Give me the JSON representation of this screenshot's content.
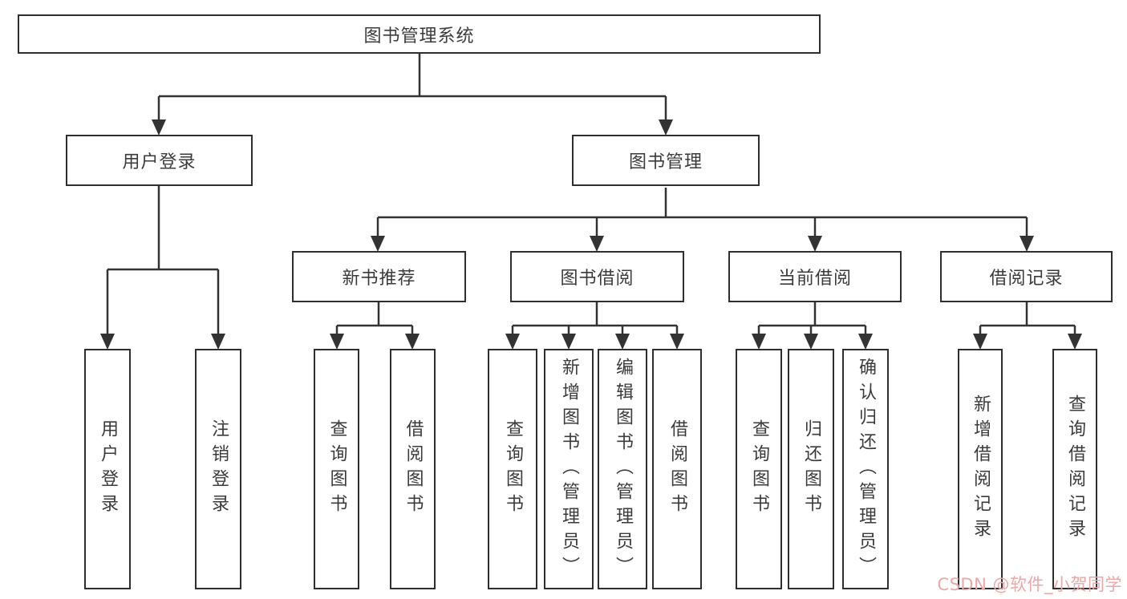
{
  "tree": {
    "label": "图书管理系统",
    "children": [
      {
        "label": "用户登录",
        "children": [
          {
            "label": "用户登录"
          },
          {
            "label": "注销登录"
          }
        ]
      },
      {
        "label": "图书管理",
        "children": [
          {
            "label": "新书推荐",
            "children": [
              {
                "label": "查询图书"
              },
              {
                "label": "借阅图书"
              }
            ]
          },
          {
            "label": "图书借阅",
            "children": [
              {
                "label": "查询图书"
              },
              {
                "label": "新增图书（管理员）"
              },
              {
                "label": "编辑图书（管理员）"
              },
              {
                "label": "借阅图书"
              }
            ]
          },
          {
            "label": "当前借阅",
            "children": [
              {
                "label": "查询图书"
              },
              {
                "label": "归还图书"
              },
              {
                "label": "确认归还（管理员）"
              }
            ]
          },
          {
            "label": "借阅记录",
            "children": [
              {
                "label": "新增借阅记录"
              },
              {
                "label": "查询借阅记录"
              }
            ]
          }
        ]
      }
    ]
  },
  "watermark": {
    "text": "CSDN @软件_小贺同学"
  },
  "colors": {
    "line": "#333333",
    "border": "#2f2f2f",
    "text": "#3b3b3b",
    "watermark": "#efa6a6"
  }
}
